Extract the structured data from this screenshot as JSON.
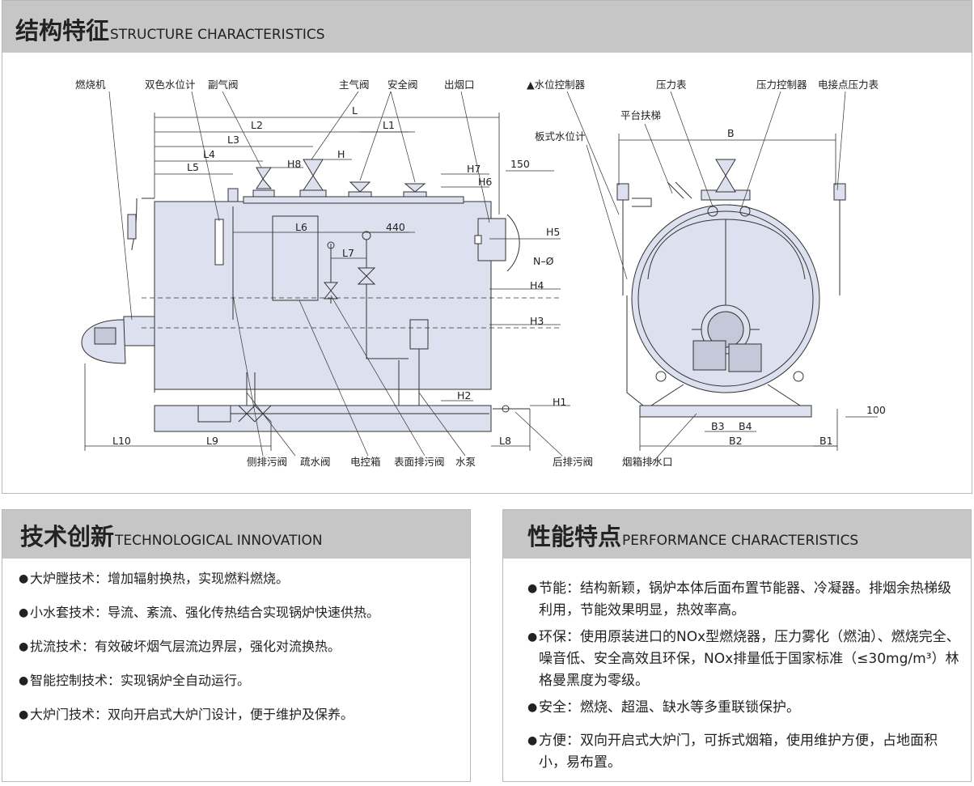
{
  "structure": {
    "title_zh": "结构特征",
    "title_en": "STRUCTURE CHARACTERISTICS",
    "callouts": {
      "burner": "燃烧机",
      "two_color_level_gauge": "双色水位计",
      "aux_steam_valve": "副气阀",
      "main_steam_valve": "主气阀",
      "safety_valve": "安全阀",
      "flue_outlet": "出烟口",
      "water_level_controller": "▲水位控制器",
      "pressure_gauge": "压力表",
      "pressure_controller": "压力控制器",
      "electric_contact_gauge": "电接点压力表",
      "platform_ladder": "平台扶梯",
      "plate_level_gauge": "板式水位计",
      "side_blowdown_valve": "侧排污阀",
      "drain_valve": "疏水阀",
      "control_box": "电控箱",
      "surface_blowdown_valve": "表面排污阀",
      "water_pump": "水泵",
      "rear_blowdown_valve": "后排污阀",
      "smoke_box_drain": "烟箱排水口"
    },
    "dimensions": {
      "L": "L",
      "L1": "L1",
      "L2": "L2",
      "L3": "L3",
      "L4": "L4",
      "L5": "L5",
      "L6": "L6",
      "L7": "L7",
      "L8": "L8",
      "L9": "L9",
      "L10": "L10",
      "H": "H",
      "H1": "H1",
      "H2": "H2",
      "H3": "H3",
      "H4": "H4",
      "H5": "H5",
      "H6": "H6",
      "H7": "H7",
      "H8": "H8",
      "B": "B",
      "B1": "B1",
      "B2": "B2",
      "B3": "B3",
      "B4": "B4",
      "d150": "150",
      "d440": "440",
      "d100": "100",
      "n_phi": "N–Ø"
    }
  },
  "tech": {
    "title_zh": "技术创新",
    "title_en": "TECHNOLOGICAL INNOVATION",
    "items": [
      "大炉膛技术：增加辐射换热，实现燃料燃烧。",
      "小水套技术：导流、紊流、强化传热结合实现锅炉快速供热。",
      "扰流技术：有效破坏烟气层流边界层，强化对流换热。",
      "智能控制技术：实现锅炉全自动运行。",
      "大炉门技术：双向开启式大炉门设计，便于维护及保养。"
    ]
  },
  "perf": {
    "title_zh": "性能特点",
    "title_en": "PERFORMANCE CHARACTERISTICS",
    "items": [
      "节能：结构新颖，锅炉本体后面布置节能器、冷凝器。排烟余热梯级利用，节能效果明显，热效率高。",
      "环保：使用原装进口的NOx型燃烧器，压力雾化（燃油）、燃烧完全、噪音低、安全高效且环保，NOx排量低于国家标准（≤30mg/m³）林格曼黑度为零级。",
      "安全：燃烧、超温、缺水等多重联锁保护。",
      "方便：双向开启式大炉门，可拆式烟箱，使用维护方便，占地面积小，易布置。"
    ]
  },
  "colors": {
    "header_bg": "#c6c6c6",
    "body_fill": "#dde0ee",
    "line": "#333333"
  }
}
